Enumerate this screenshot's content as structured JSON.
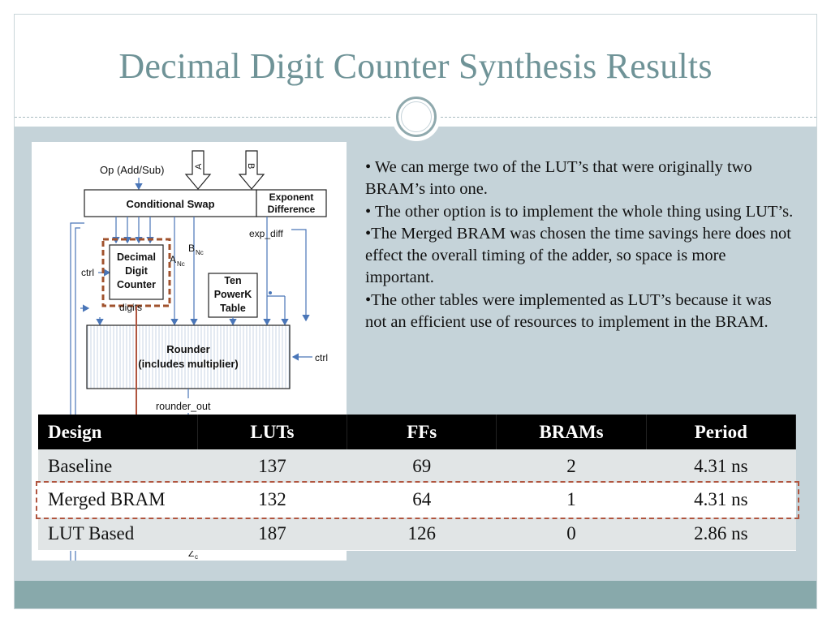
{
  "title": "Decimal Digit Counter Synthesis Results",
  "bullets": [
    "• We can merge two of the LUT’s that were originally two BRAM’s into one.",
    "• The other option is to implement the whole thing using LUT’s.",
    "•The Merged BRAM was chosen the time savings here does not effect the overall timing of the adder, so space is more important.",
    "•The other tables were implemented as LUT’s because it was not an efficient use of resources to implement in the BRAM."
  ],
  "diagram": {
    "op_label": "Op (Add/Sub)",
    "a_label": "A",
    "b_label": "B",
    "swap_label": "Conditional Swap",
    "exp_diff_box": [
      "Exponent",
      "Difference"
    ],
    "exp_diff_wire": "exp_diff",
    "bnc_label": "B",
    "bnc_sub": "Nc",
    "anc_label": "A",
    "anc_sub": "Nc",
    "ctrl_left": "ctrl",
    "counter_label": [
      "Decimal",
      "Digit",
      "Counter"
    ],
    "digits_label": "digits",
    "tenpower_label": [
      "Ten",
      "PowerK",
      "Table"
    ],
    "rounder_label": [
      "Rounder",
      "(includes multiplier)"
    ],
    "ctrl_right": "ctrl",
    "rounder_out": "rounder_out",
    "zc_label": "Z",
    "zc_sub": "c"
  },
  "table": {
    "headers": [
      "Design",
      "LUTs",
      "FFs",
      "BRAMs",
      "Period"
    ],
    "rows": [
      [
        "Baseline",
        "137",
        "69",
        "2",
        "4.31 ns"
      ],
      [
        "Merged BRAM",
        "132",
        "64",
        "1",
        "4.31 ns"
      ],
      [
        "LUT Based",
        "187",
        "126",
        "0",
        "2.86 ns"
      ]
    ]
  },
  "colors": {
    "title": "#6f9397",
    "background": "#c5d3d9",
    "bottom_band": "#88a9ab",
    "highlight": "#b0553f",
    "wire": "#4a76b8"
  }
}
